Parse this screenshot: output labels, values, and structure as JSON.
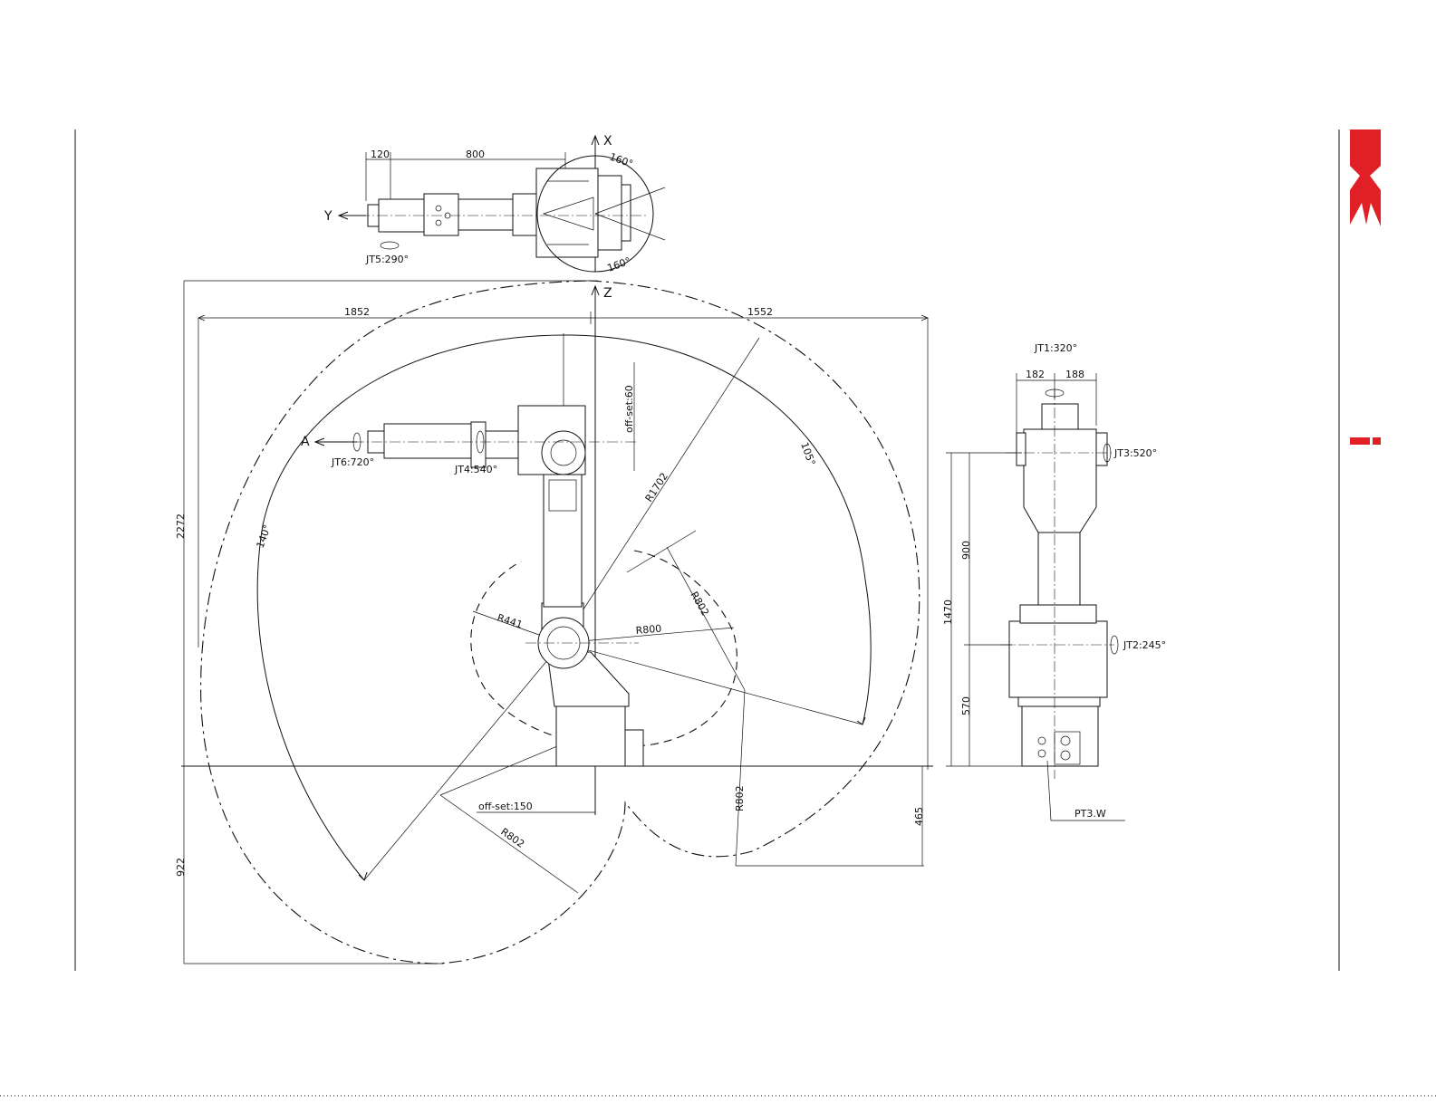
{
  "brand": {
    "primary_color": "#e01f26",
    "line_color": "#111111"
  },
  "top_view": {
    "dim_120": "120",
    "dim_800": "800",
    "axis_x": "X",
    "axis_y": "Y",
    "jt5": "JT5:290°",
    "angle_top": "160°",
    "angle_bottom": "160°"
  },
  "side_view": {
    "axis_z": "Z",
    "axis_a": "A",
    "dim_1852": "1852",
    "dim_1552": "1552",
    "dim_2272": "2272",
    "dim_922": "922",
    "dim_465": "465",
    "offset_60": "off-set:60",
    "offset_150": "off-set:150",
    "jt6": "JT6:720°",
    "jt4": "JT4:540°",
    "r1702": "R1702",
    "r441": "R441",
    "r800": "R800",
    "r802_a": "R802",
    "r802_b": "R802",
    "r802_c": "R802",
    "angle_140": "140°",
    "angle_105": "105°"
  },
  "front_view": {
    "jt1": "JT1:320°",
    "jt2": "JT2:245°",
    "jt3": "JT3:520°",
    "dim_182": "182",
    "dim_188": "188",
    "dim_1470": "1470",
    "dim_900": "900",
    "dim_570": "570",
    "pt3w": "PT3.W"
  }
}
